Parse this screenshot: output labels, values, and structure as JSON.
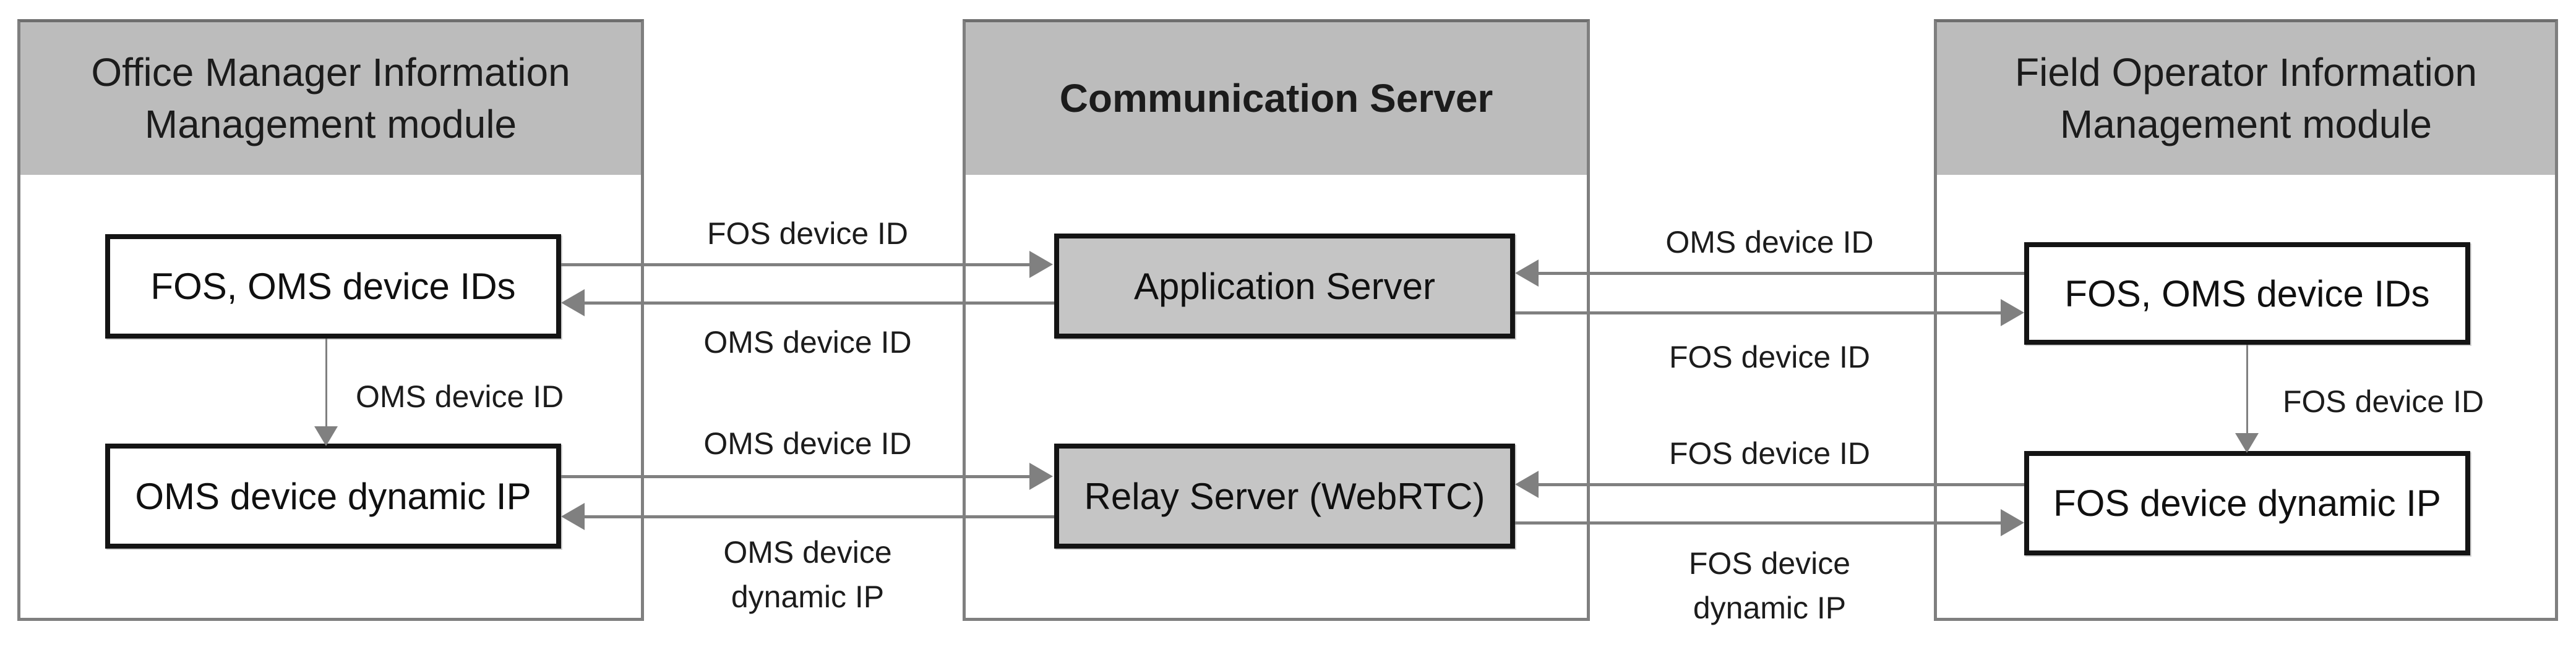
{
  "colors": {
    "module_border": "#7f7f7f",
    "header_fill": "#bcbcbc",
    "server_node_fill": "#c5c5c5",
    "data_node_fill": "#ffffff",
    "node_border": "#141414",
    "arrow": "#808080",
    "text": "#1c1c1c"
  },
  "modules": {
    "office": {
      "title": "Office Manager Information\nManagement module",
      "nodes": {
        "ids": {
          "label": "FOS, OMS device IDs"
        },
        "ip": {
          "label": "OMS device dynamic IP"
        }
      },
      "internal_flow": {
        "label": "OMS device ID",
        "from": "FOS, OMS device IDs",
        "to": "OMS device dynamic IP",
        "direction": "down"
      }
    },
    "comm": {
      "title": "Communication Server",
      "nodes": {
        "app": {
          "label": "Application Server"
        },
        "relay": {
          "label": "Relay Server (WebRTC)"
        }
      }
    },
    "field": {
      "title": "Field Operator Information\nManagement module",
      "nodes": {
        "ids": {
          "label": "FOS, OMS device IDs"
        },
        "ip": {
          "label": "FOS device dynamic IP"
        }
      },
      "internal_flow": {
        "label": "FOS device ID",
        "from": "FOS, OMS device IDs",
        "to": "FOS device dynamic IP",
        "direction": "down"
      }
    }
  },
  "flows": {
    "office_ids_to_app": {
      "label": "FOS device ID",
      "direction": "right"
    },
    "app_to_office_ids": {
      "label": "OMS device ID",
      "direction": "left"
    },
    "office_ip_to_relay": {
      "label": "OMS device ID",
      "direction": "right"
    },
    "relay_to_office_ip": {
      "label": "OMS device\ndynamic IP",
      "direction": "left"
    },
    "field_ids_to_app": {
      "label": "OMS device ID",
      "direction": "left"
    },
    "app_to_field_ids": {
      "label": "FOS device ID",
      "direction": "right"
    },
    "field_ip_to_relay": {
      "label": "FOS device ID",
      "direction": "left"
    },
    "relay_to_field_ip": {
      "label": "FOS device\ndynamic IP",
      "direction": "right"
    }
  }
}
